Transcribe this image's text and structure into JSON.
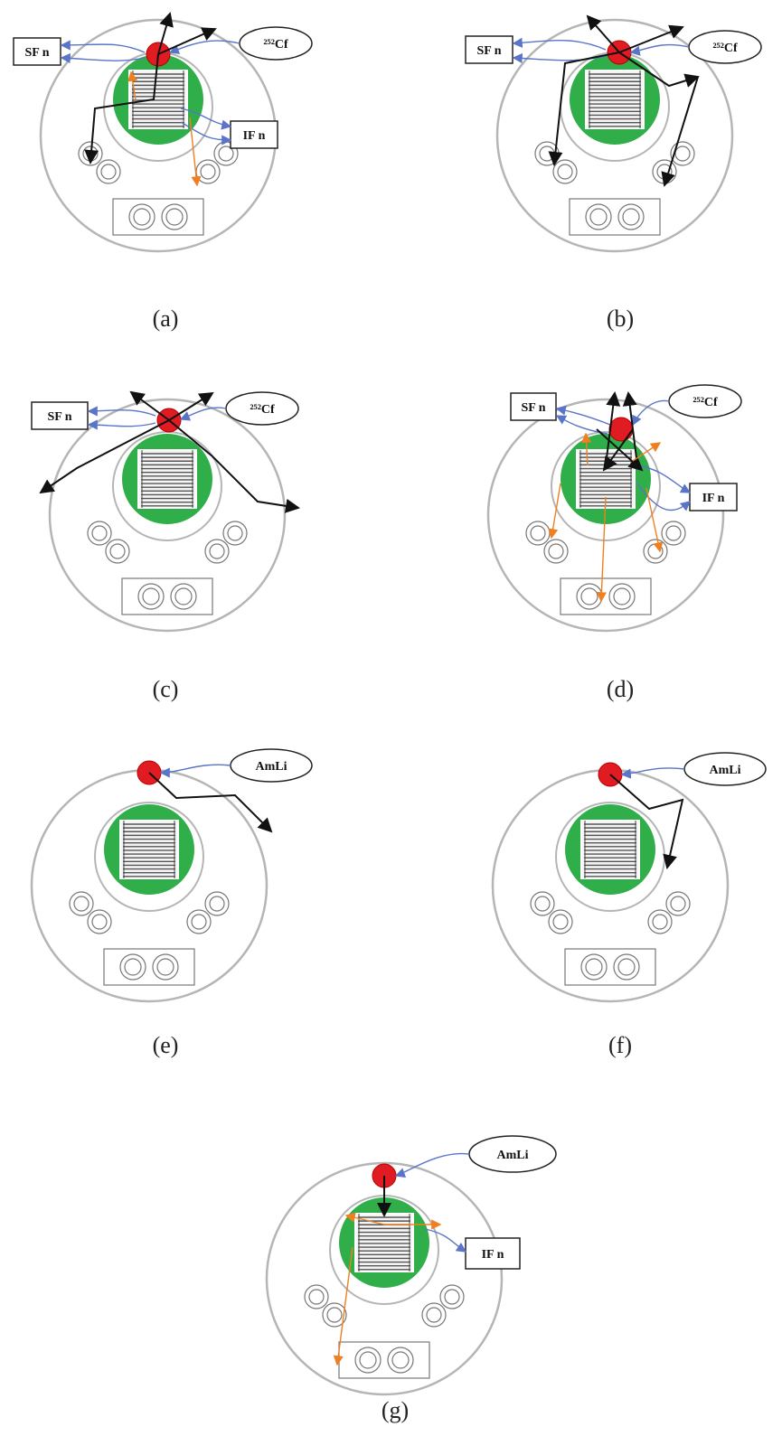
{
  "labels": {
    "sf": "SF n",
    "if": "IF n",
    "cf": "²⁵²Cf",
    "amli": "AmLi"
  },
  "colors": {
    "outer": "#b5b5b5",
    "moderator": "#2fae4a",
    "source": "#e11b22",
    "induced_path": "#f07f21",
    "sf_path": "#5a74c8",
    "scatter": "#111111"
  },
  "panels": [
    {
      "id": "a",
      "caption": "(a)",
      "source": "cf",
      "sf_box": true,
      "if_box": true,
      "variant": "a"
    },
    {
      "id": "b",
      "caption": "(b)",
      "source": "cf",
      "sf_box": true,
      "if_box": false,
      "variant": "b"
    },
    {
      "id": "c",
      "caption": "(c)",
      "source": "cf",
      "sf_box": true,
      "if_box": false,
      "variant": "c"
    },
    {
      "id": "d",
      "caption": "(d)",
      "source": "cf",
      "sf_box": true,
      "if_box": true,
      "variant": "d"
    },
    {
      "id": "e",
      "caption": "(e)",
      "source": "amli",
      "sf_box": false,
      "if_box": false,
      "variant": "e"
    },
    {
      "id": "f",
      "caption": "(f)",
      "source": "amli",
      "sf_box": false,
      "if_box": false,
      "variant": "f"
    },
    {
      "id": "g",
      "caption": "(g)",
      "source": "amli",
      "sf_box": false,
      "if_box": true,
      "variant": "g"
    }
  ]
}
